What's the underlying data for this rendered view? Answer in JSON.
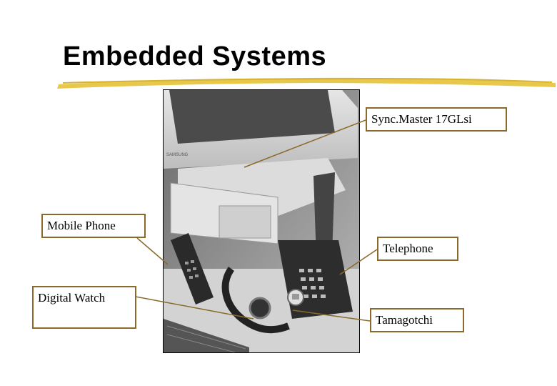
{
  "slide": {
    "title": "Embedded Systems",
    "accent_color": "#e8c84a",
    "callout_border_color": "#8a6a2a"
  },
  "labels": {
    "syncmaster": "Sync.Master 17GLsi",
    "mobile_phone": "Mobile Phone",
    "telephone": "Telephone",
    "digital_watch": "Digital Watch",
    "tamagotchi": "Tamagotchi"
  }
}
